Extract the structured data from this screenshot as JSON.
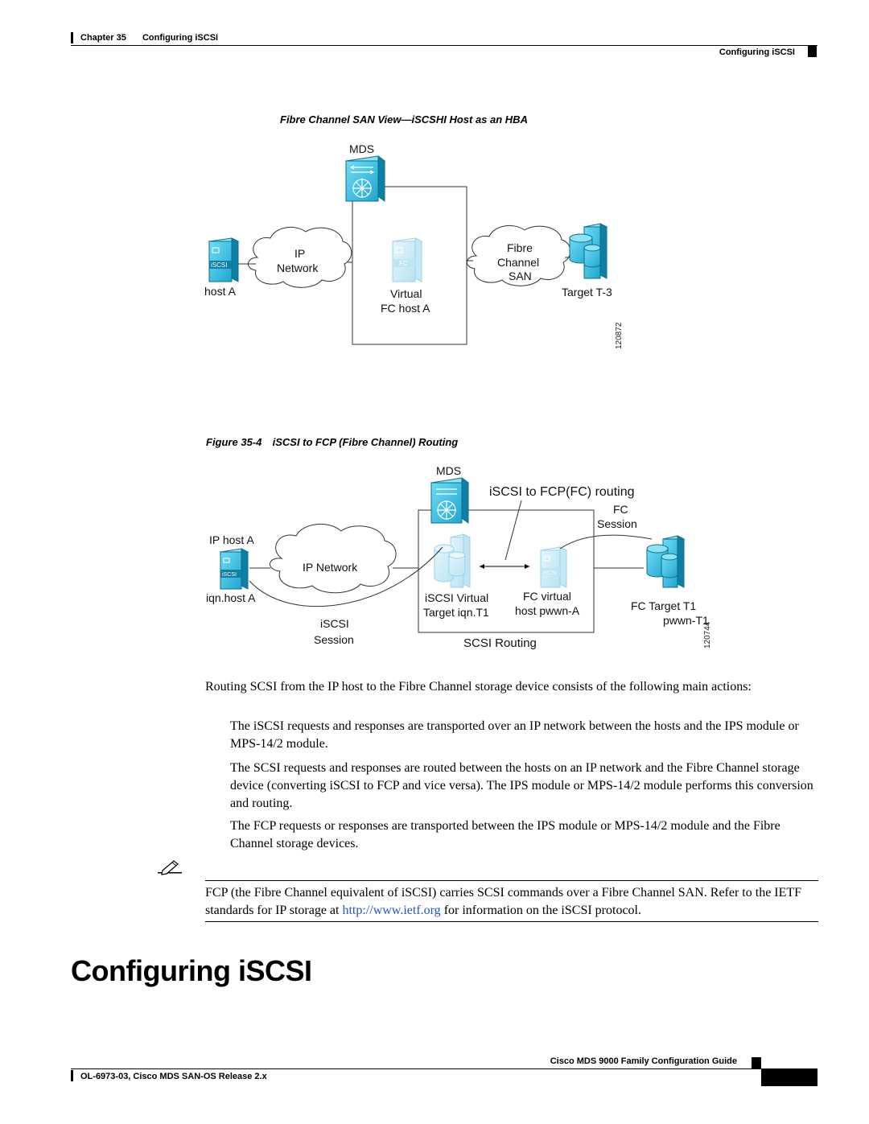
{
  "header": {
    "chapter_label": "Chapter 35",
    "chapter_title": "Configuring iSCSI",
    "section_right": "Configuring iSCSI"
  },
  "figure1": {
    "caption": "Fibre Channel SAN View—iSCSHI Host as an HBA",
    "mds_label": "MDS",
    "cloud_ip": [
      "IP",
      "Network"
    ],
    "host_label": "host A",
    "iscsi_badge": "iSCSI",
    "fc_badge": "FC",
    "virtual_host": [
      "Virtual",
      "FC host A"
    ],
    "cloud_fibre": [
      "Fibre",
      "Channel",
      "SAN"
    ],
    "target_label": "Target T-3",
    "figure_id": "120872"
  },
  "figure2": {
    "caption_prefix": "Figure 35-4",
    "caption_title": "iSCSI to FCP (Fibre Channel) Routing",
    "mds_label": "MDS",
    "routing_label": "iSCSI to FCP(FC) routing",
    "fc_session": [
      "FC",
      "Session"
    ],
    "ip_host": "IP host A",
    "ip_network": "IP Network",
    "iqn_host": "iqn.host A",
    "iscsi_badge": "iSCSI",
    "iscsi_virtual": [
      "iSCSI Virtual",
      "Target iqn.T1"
    ],
    "fc_virtual": [
      "FC virtual",
      "host pwwn-A"
    ],
    "fc_target": [
      "FC Target T1",
      "pwwn-T1"
    ],
    "iscsi_session": [
      "iSCSI",
      "Session"
    ],
    "scsi_routing": "SCSI Routing",
    "figure_id": "120744"
  },
  "content": {
    "intro": "Routing SCSI from the IP host to the Fibre Channel storage device consists of the following main actions:",
    "bullets": [
      "The iSCSI requests and responses are transported over an IP network between the hosts and the IPS module or MPS-14/2 module.",
      "The SCSI requests and responses are routed between the hosts on an IP network and the Fibre Channel storage device (converting iSCSI to FCP and vice versa). The IPS module or MPS-14/2 module performs this conversion and routing.",
      "The FCP requests or responses are transported between the IPS module or MPS-14/2 module and the Fibre Channel storage devices."
    ],
    "note_before_link": "FCP (the Fibre Channel equivalent of iSCSI) carries SCSI commands over a Fibre Channel SAN. Refer to the IETF standards for IP storage at ",
    "note_link": "http://www.ietf.org",
    "note_after_link": " for information on the iSCSI protocol."
  },
  "section_heading": "Configuring iSCSI",
  "footer": {
    "guide_title": "Cisco MDS 9000 Family Configuration Guide",
    "doc_id": "OL-6973-03, Cisco MDS SAN-OS Release 2.x"
  },
  "colors": {
    "device_cyan": "#35c4e8",
    "device_dark": "#1a8fb0",
    "link": "#2255cc"
  }
}
